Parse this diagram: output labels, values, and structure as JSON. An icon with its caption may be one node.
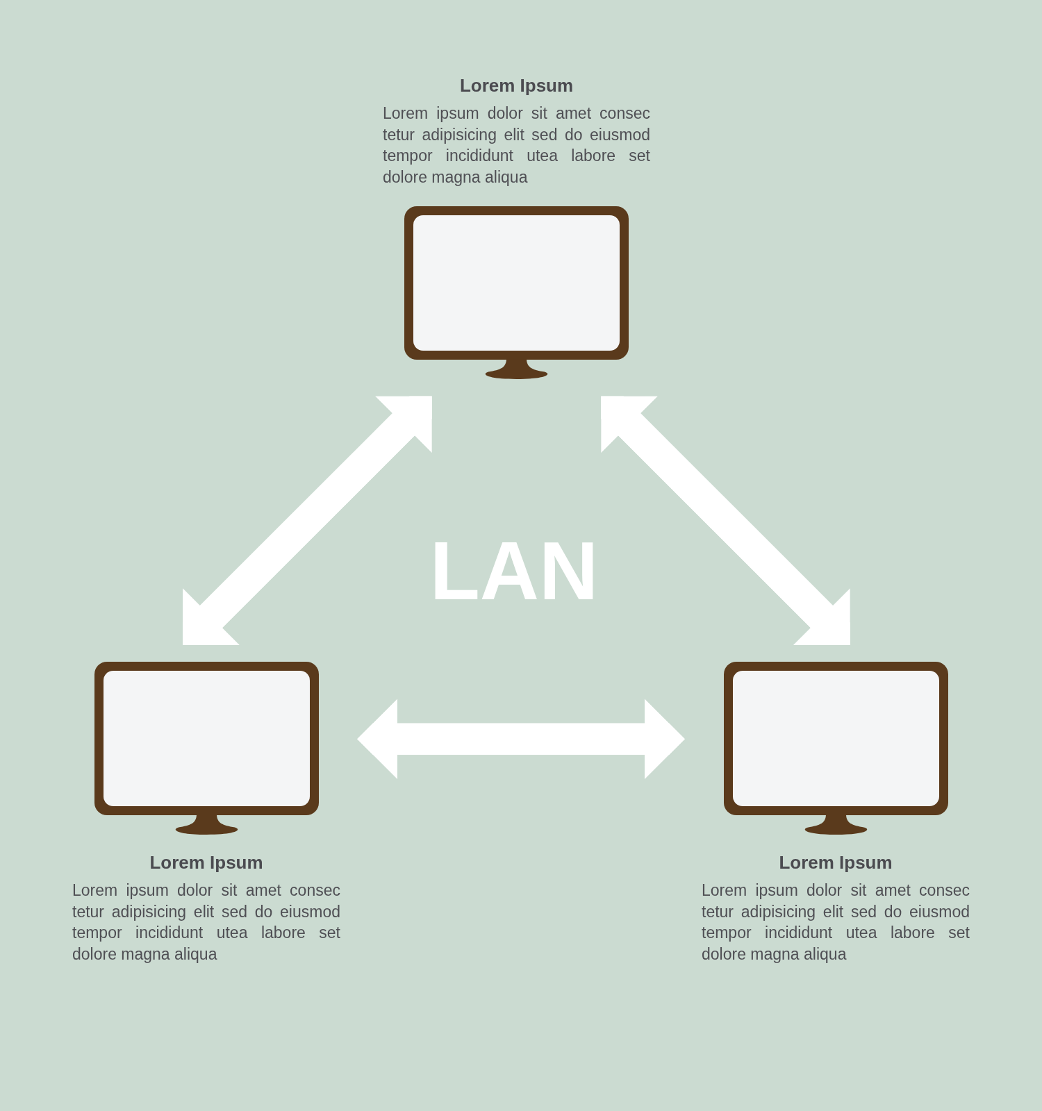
{
  "diagram": {
    "nodes": [
      {
        "text": [
          "Lorem Ipsum",
          "Lorem ipsum dolor sit amet consec tetur adipisicing elit sed do eiusmod tempor incididunt utea labore set dolore magna aliqua"
        ]
      },
      {
        "text": [
          "Lorem Ipsum",
          "Lorem ipsum dolor sit amet consec tetur adipisicing elit sed do eiusmod tempor incididunt utea labore set dolore magna aliqua"
        ]
      },
      {
        "text": [
          "Lorem Ipsum",
          "Lorem ipsum dolor sit amet consec tetur adipisicing elit sed do eiusmod tempor incididunt utea labore set dolore magna aliqua"
        ]
      }
    ],
    "edges": [
      {
        "from": 0,
        "to": 1,
        "arrow": "both"
      },
      {
        "from": 0,
        "to": 2,
        "arrow": "both"
      },
      {
        "from": 1,
        "to": 2,
        "arrow": "both"
      }
    ],
    "labels": [
      "LAN"
    ]
  }
}
